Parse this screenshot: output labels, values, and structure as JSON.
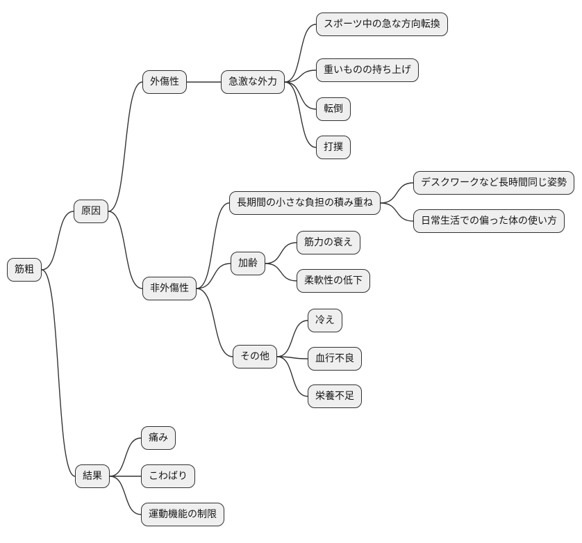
{
  "diagram": {
    "type": "mindmap",
    "style": {
      "background": "#ffffff",
      "node_fill": "#efefef",
      "node_border": "#2f2f2f",
      "node_text": "#151515",
      "edge_color": "#333333"
    },
    "nodes": {
      "root": {
        "label": "筋粗"
      },
      "cause": {
        "label": "原因"
      },
      "traumatic": {
        "label": "外傷性"
      },
      "sudden_force": {
        "label": "急激な外力"
      },
      "sports_direction": {
        "label": "スポーツ中の急な方向転換"
      },
      "heavy_lifting": {
        "label": "重いものの持ち上げ"
      },
      "fall": {
        "label": "転倒"
      },
      "bruise": {
        "label": "打撲"
      },
      "nontraumatic": {
        "label": "非外傷性"
      },
      "accumulated_strain": {
        "label": "長期間の小さな負担の積み重ね"
      },
      "desk_posture": {
        "label": "デスクワークなど長時間同じ姿勢"
      },
      "daily_imbalance": {
        "label": "日常生活での偏った体の使い方"
      },
      "aging": {
        "label": "加齢"
      },
      "muscle_weakening": {
        "label": "筋力の衰え"
      },
      "flexibility_loss": {
        "label": "柔軟性の低下"
      },
      "others": {
        "label": "その他"
      },
      "coldness": {
        "label": "冷え"
      },
      "poor_circulation": {
        "label": "血行不良"
      },
      "nutrition_deficiency": {
        "label": "栄養不足"
      },
      "result": {
        "label": "結果"
      },
      "pain": {
        "label": "痛み"
      },
      "stiffness": {
        "label": "こわばり"
      },
      "motion_limitation": {
        "label": "運動機能の制限"
      }
    },
    "edges": [
      {
        "from": "root",
        "to": "cause"
      },
      {
        "from": "root",
        "to": "result"
      },
      {
        "from": "cause",
        "to": "traumatic"
      },
      {
        "from": "cause",
        "to": "nontraumatic"
      },
      {
        "from": "traumatic",
        "to": "sudden_force"
      },
      {
        "from": "sudden_force",
        "to": "sports_direction"
      },
      {
        "from": "sudden_force",
        "to": "heavy_lifting"
      },
      {
        "from": "sudden_force",
        "to": "fall"
      },
      {
        "from": "sudden_force",
        "to": "bruise"
      },
      {
        "from": "nontraumatic",
        "to": "accumulated_strain"
      },
      {
        "from": "nontraumatic",
        "to": "aging"
      },
      {
        "from": "nontraumatic",
        "to": "others"
      },
      {
        "from": "accumulated_strain",
        "to": "desk_posture"
      },
      {
        "from": "accumulated_strain",
        "to": "daily_imbalance"
      },
      {
        "from": "aging",
        "to": "muscle_weakening"
      },
      {
        "from": "aging",
        "to": "flexibility_loss"
      },
      {
        "from": "others",
        "to": "coldness"
      },
      {
        "from": "others",
        "to": "poor_circulation"
      },
      {
        "from": "others",
        "to": "nutrition_deficiency"
      },
      {
        "from": "result",
        "to": "pain"
      },
      {
        "from": "result",
        "to": "stiffness"
      },
      {
        "from": "result",
        "to": "motion_limitation"
      }
    ]
  }
}
